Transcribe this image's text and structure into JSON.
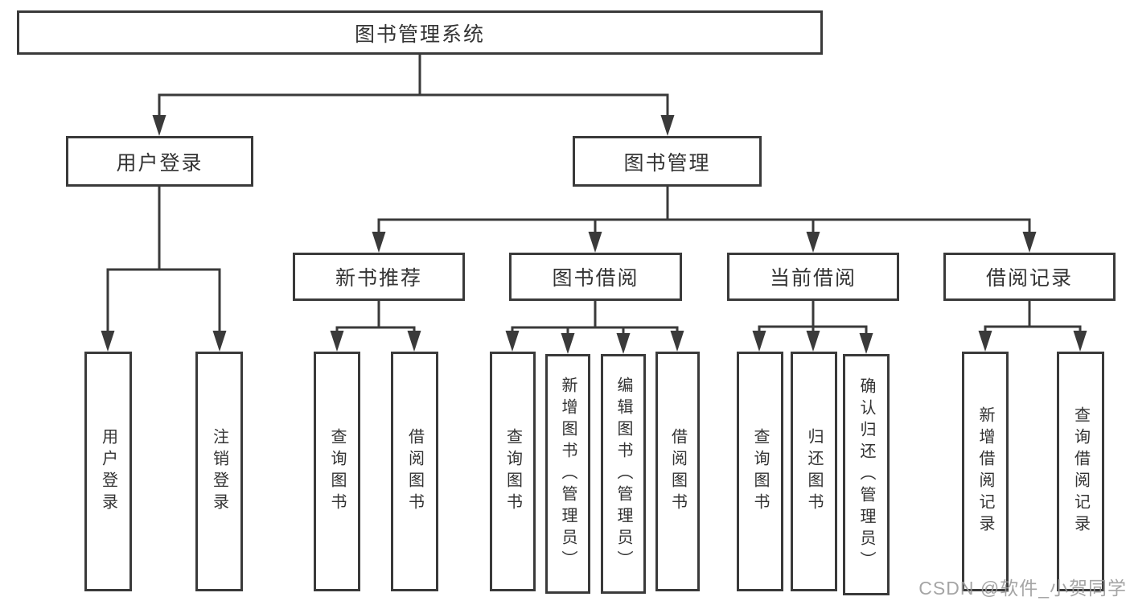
{
  "tree": {
    "label": "图书管理系统",
    "children": [
      {
        "label": "用户登录",
        "children": [
          {
            "label": "用户登录"
          },
          {
            "label": "注销登录"
          }
        ]
      },
      {
        "label": "图书管理",
        "children": [
          {
            "label": "新书推荐",
            "children": [
              {
                "label": "查询图书"
              },
              {
                "label": "借阅图书"
              }
            ]
          },
          {
            "label": "图书借阅",
            "children": [
              {
                "label": "查询图书"
              },
              {
                "label": "新增图书（管理员）"
              },
              {
                "label": "编辑图书（管理员）"
              },
              {
                "label": "借阅图书"
              }
            ]
          },
          {
            "label": "当前借阅",
            "children": [
              {
                "label": "查询图书"
              },
              {
                "label": "归还图书"
              },
              {
                "label": "确认归还（管理员）"
              }
            ]
          },
          {
            "label": "借阅记录",
            "children": [
              {
                "label": "新增借阅记录"
              },
              {
                "label": "查询借阅记录"
              }
            ]
          }
        ]
      }
    ]
  },
  "watermark": {
    "text": "CSDN @软件_小贺同学"
  },
  "colors": {
    "line": "#3a3a3a",
    "text": "#333333",
    "background": "#ffffff",
    "watermark": "#989898"
  }
}
